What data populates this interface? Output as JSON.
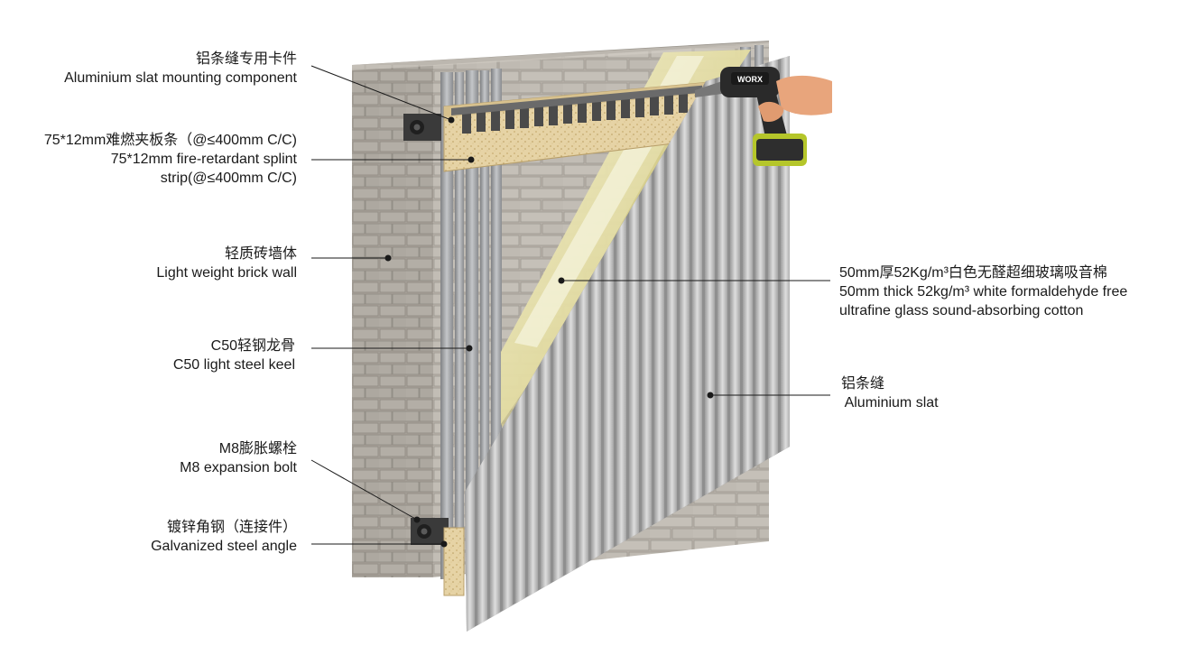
{
  "labels": {
    "slat_component": {
      "zh": "铝条缝专用卡件",
      "en": "Aluminium slat mounting component"
    },
    "splint_strip": {
      "zh": "75*12mm难燃夹板条（@≤400mm C/C)",
      "en1": "75*12mm fire-retardant splint",
      "en2": "strip(@≤400mm C/C)"
    },
    "brick_wall": {
      "zh": "轻质砖墙体",
      "en": "Light weight brick wall"
    },
    "steel_keel": {
      "zh": "C50轻钢龙骨",
      "en": "C50 light steel keel"
    },
    "expansion_bolt": {
      "zh": "M8膨胀螺栓",
      "en": "M8 expansion bolt"
    },
    "steel_angle": {
      "zh": "镀锌角钢（连接件）",
      "en": "Galvanized steel angle"
    },
    "glass_cotton": {
      "zh": "50mm厚52Kg/m³白色无醛超细玻璃吸音棉",
      "en1": "50mm thick 52kg/m³  white formaldehyde free",
      "en2": "ultrafine glass sound-absorbing cotton"
    },
    "aluminium_slat": {
      "zh": "铝条缝",
      "en": " Aluminium slat"
    }
  },
  "drill_brand": "WORX",
  "colors": {
    "brick": "#b9b4ac",
    "slat": "#c8c8c8",
    "cotton": "#e9e4b8",
    "keel": "#a9aaad",
    "board": "#e6d3a5",
    "drill_green": "#b5c62a"
  }
}
